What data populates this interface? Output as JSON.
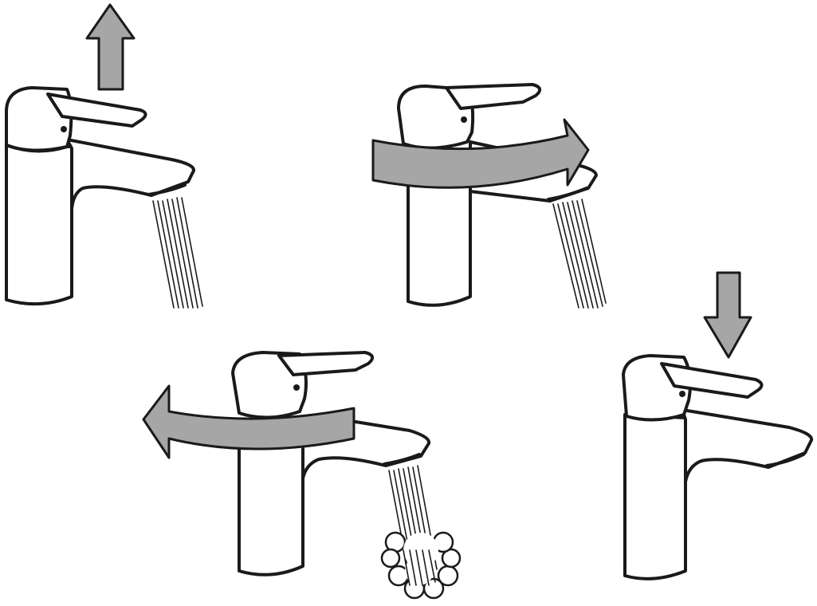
{
  "steps": [
    {
      "name": "open",
      "arrow": "up-arrow",
      "water": "stream"
    },
    {
      "name": "rotate-hot",
      "arrow": "rotate-right-arrow",
      "water": "stream"
    },
    {
      "name": "rotate-cold",
      "arrow": "rotate-left-arrow",
      "water": "stream-steam"
    },
    {
      "name": "close",
      "arrow": "down-arrow",
      "water": "none"
    }
  ],
  "colors": {
    "arrow_fill": "#a6a6a6",
    "outline": "#1a1a1a",
    "background": "#ffffff"
  }
}
